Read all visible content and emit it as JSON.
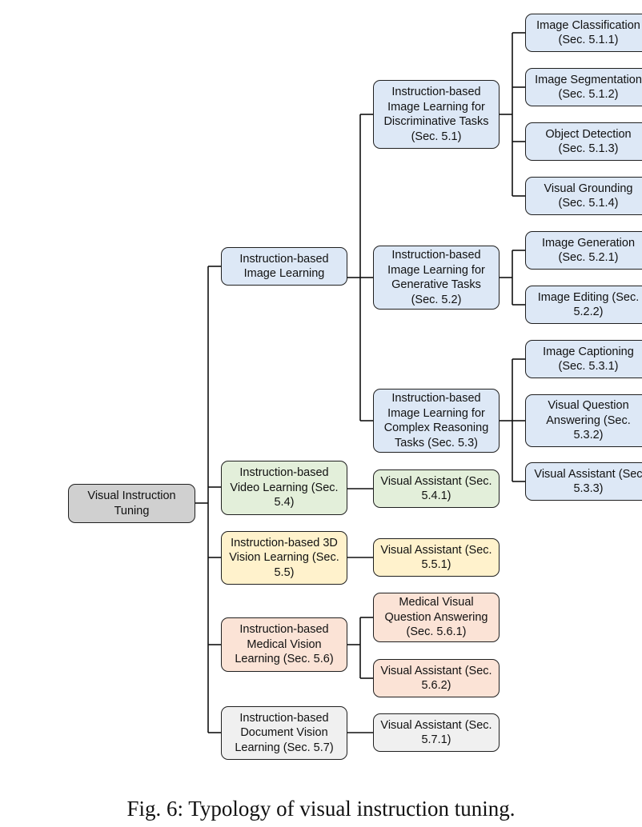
{
  "caption": "Fig. 6: Typology of visual instruction tuning.",
  "colors": {
    "gray": "#d0d0d0",
    "blue": "#dde8f6",
    "green": "#e3efda",
    "yellow": "#fff2cc",
    "salmon": "#fbe3d6",
    "light": "#f0f0f0"
  },
  "nodes": {
    "root": "Visual Instruction\nTuning",
    "image_learning": "Instruction-based\nImage Learning",
    "video_learning": "Instruction-based\nVideo Learning (Sec.\n5.4)",
    "vision3d_learning": "Instruction-based 3D\nVision Learning (Sec.\n5.5)",
    "medical_learning": "Instruction-based\nMedical Vision\nLearning (Sec. 5.6)",
    "document_learning": "Instruction-based\nDocument Vision\nLearning (Sec. 5.7)",
    "discriminative": "Instruction-based\nImage Learning for\nDiscriminative Tasks\n(Sec. 5.1)",
    "generative": "Instruction-based\nImage Learning for\nGenerative Tasks\n(Sec. 5.2)",
    "complex_reasoning": "Instruction-based\nImage Learning for\nComplex Reasoning\nTasks (Sec. 5.3)",
    "video_assistant": "Visual Assistant (Sec.\n5.4.1)",
    "vision3d_assistant": "Visual Assistant (Sec.\n5.5.1)",
    "medical_vqa": "Medical Visual\nQuestion Answering\n(Sec. 5.6.1)",
    "medical_assistant": "Visual Assistant (Sec.\n5.6.2)",
    "document_assistant": "Visual Assistant (Sec.\n5.7.1)",
    "image_classification": "Image Classification\n(Sec. 5.1.1)",
    "image_segmentation": "Image Segmentation\n(Sec. 5.1.2)",
    "object_detection": "Object Detection\n(Sec. 5.1.3)",
    "visual_grounding": "Visual Grounding\n(Sec. 5.1.4)",
    "image_generation": "Image Generation\n(Sec. 5.2.1)",
    "image_editing": "Image Editing (Sec.\n5.2.2)",
    "image_captioning": "Image Captioning\n(Sec. 5.3.1)",
    "vqa": "Visual Question\nAnswering (Sec.\n5.3.2)",
    "reasoning_assistant": "Visual Assistant (Sec\n5.3.3)"
  }
}
